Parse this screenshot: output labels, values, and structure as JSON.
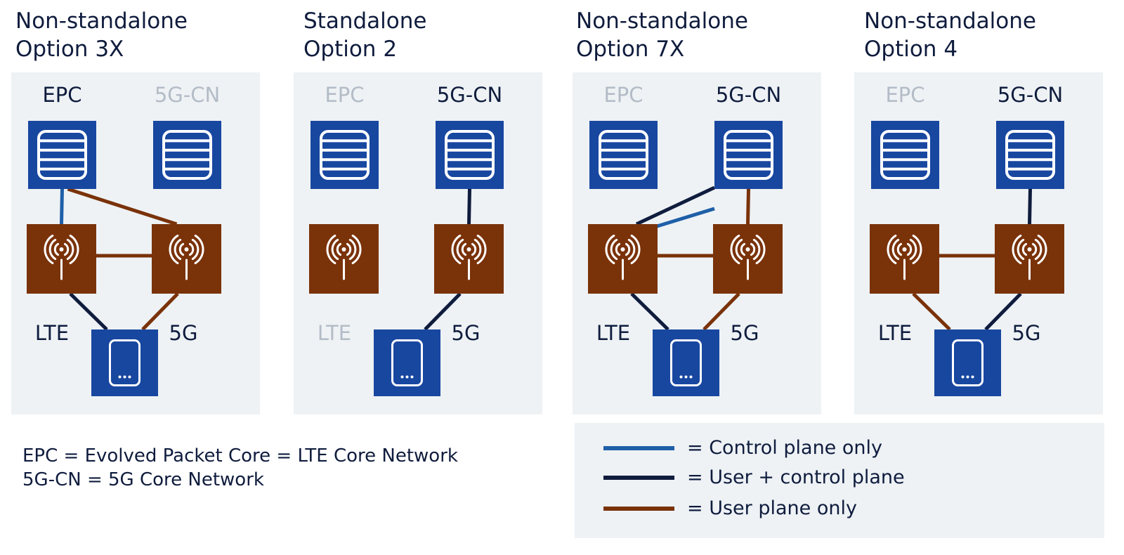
{
  "panels": [
    {
      "title_line1": "Non-standalone",
      "title_line2": "Option 3X",
      "core_left_label": "EPC",
      "core_left_active": true,
      "core_right_label": "5G-CN",
      "core_right_active": false,
      "radio_left_label": "LTE",
      "radio_left_active": true,
      "radio_right_label": "5G",
      "radio_right_active": true,
      "connections": [
        {
          "from": "core_left",
          "to": "radio_left",
          "plane": "control"
        },
        {
          "from": "core_left",
          "to": "radio_right",
          "plane": "user"
        },
        {
          "from": "radio_left",
          "to": "radio_right",
          "plane": "user"
        },
        {
          "from": "radio_left",
          "to": "device",
          "plane": "user_control"
        },
        {
          "from": "radio_right",
          "to": "device",
          "plane": "user"
        }
      ]
    },
    {
      "title_line1": "Standalone",
      "title_line2": "Option 2",
      "core_left_label": "EPC",
      "core_left_active": false,
      "core_right_label": "5G-CN",
      "core_right_active": true,
      "radio_left_label": "LTE",
      "radio_left_active": false,
      "radio_right_label": "5G",
      "radio_right_active": true,
      "connections": [
        {
          "from": "core_right",
          "to": "radio_right",
          "plane": "user_control"
        },
        {
          "from": "radio_right",
          "to": "device",
          "plane": "user_control"
        }
      ]
    },
    {
      "title_line1": "Non-standalone",
      "title_line2": "Option 7X",
      "core_left_label": "EPC",
      "core_left_active": false,
      "core_right_label": "5G-CN",
      "core_right_active": true,
      "radio_left_label": "LTE",
      "radio_left_active": true,
      "radio_right_label": "5G",
      "radio_right_active": true,
      "connections": [
        {
          "from": "core_right",
          "to": "radio_left",
          "plane": "user_control"
        },
        {
          "from": "core_right",
          "to": "radio_left",
          "plane": "control"
        },
        {
          "from": "core_right",
          "to": "radio_right",
          "plane": "user"
        },
        {
          "from": "radio_left",
          "to": "radio_right",
          "plane": "user"
        },
        {
          "from": "radio_left",
          "to": "device",
          "plane": "user_control"
        },
        {
          "from": "radio_right",
          "to": "device",
          "plane": "user"
        }
      ]
    },
    {
      "title_line1": "Non-standalone",
      "title_line2": "Option 4",
      "core_left_label": "EPC",
      "core_left_active": false,
      "core_right_label": "5G-CN",
      "core_right_active": true,
      "radio_left_label": "LTE",
      "radio_left_active": true,
      "radio_right_label": "5G",
      "radio_right_active": true,
      "connections": [
        {
          "from": "core_right",
          "to": "radio_right",
          "plane": "user_control"
        },
        {
          "from": "radio_left",
          "to": "radio_right",
          "plane": "user"
        },
        {
          "from": "radio_left",
          "to": "device",
          "plane": "user"
        },
        {
          "from": "radio_right",
          "to": "device",
          "plane": "user_control"
        }
      ]
    }
  ],
  "notes": {
    "line1": "EPC = Evolved Packet Core = LTE Core Network",
    "line2": "5G-CN = 5G Core Network"
  },
  "legend": {
    "control": {
      "label": "= Control plane only",
      "color": "#1f5fa8"
    },
    "user_control": {
      "label": "= User + control plane",
      "color": "#0f1c3d"
    },
    "user": {
      "label": "= User plane only",
      "color": "#7a3209"
    }
  },
  "colors": {
    "core_box": "#1847a0",
    "radio_box": "#7a3209",
    "device_box": "#1847a0",
    "label_active": "#0f1c3d",
    "label_inactive": "#b3bcc6",
    "panel_bg": "#eef2f5"
  },
  "icons": {
    "core": "server-stack-icon",
    "radio": "antenna-icon",
    "device": "smartphone-icon"
  }
}
